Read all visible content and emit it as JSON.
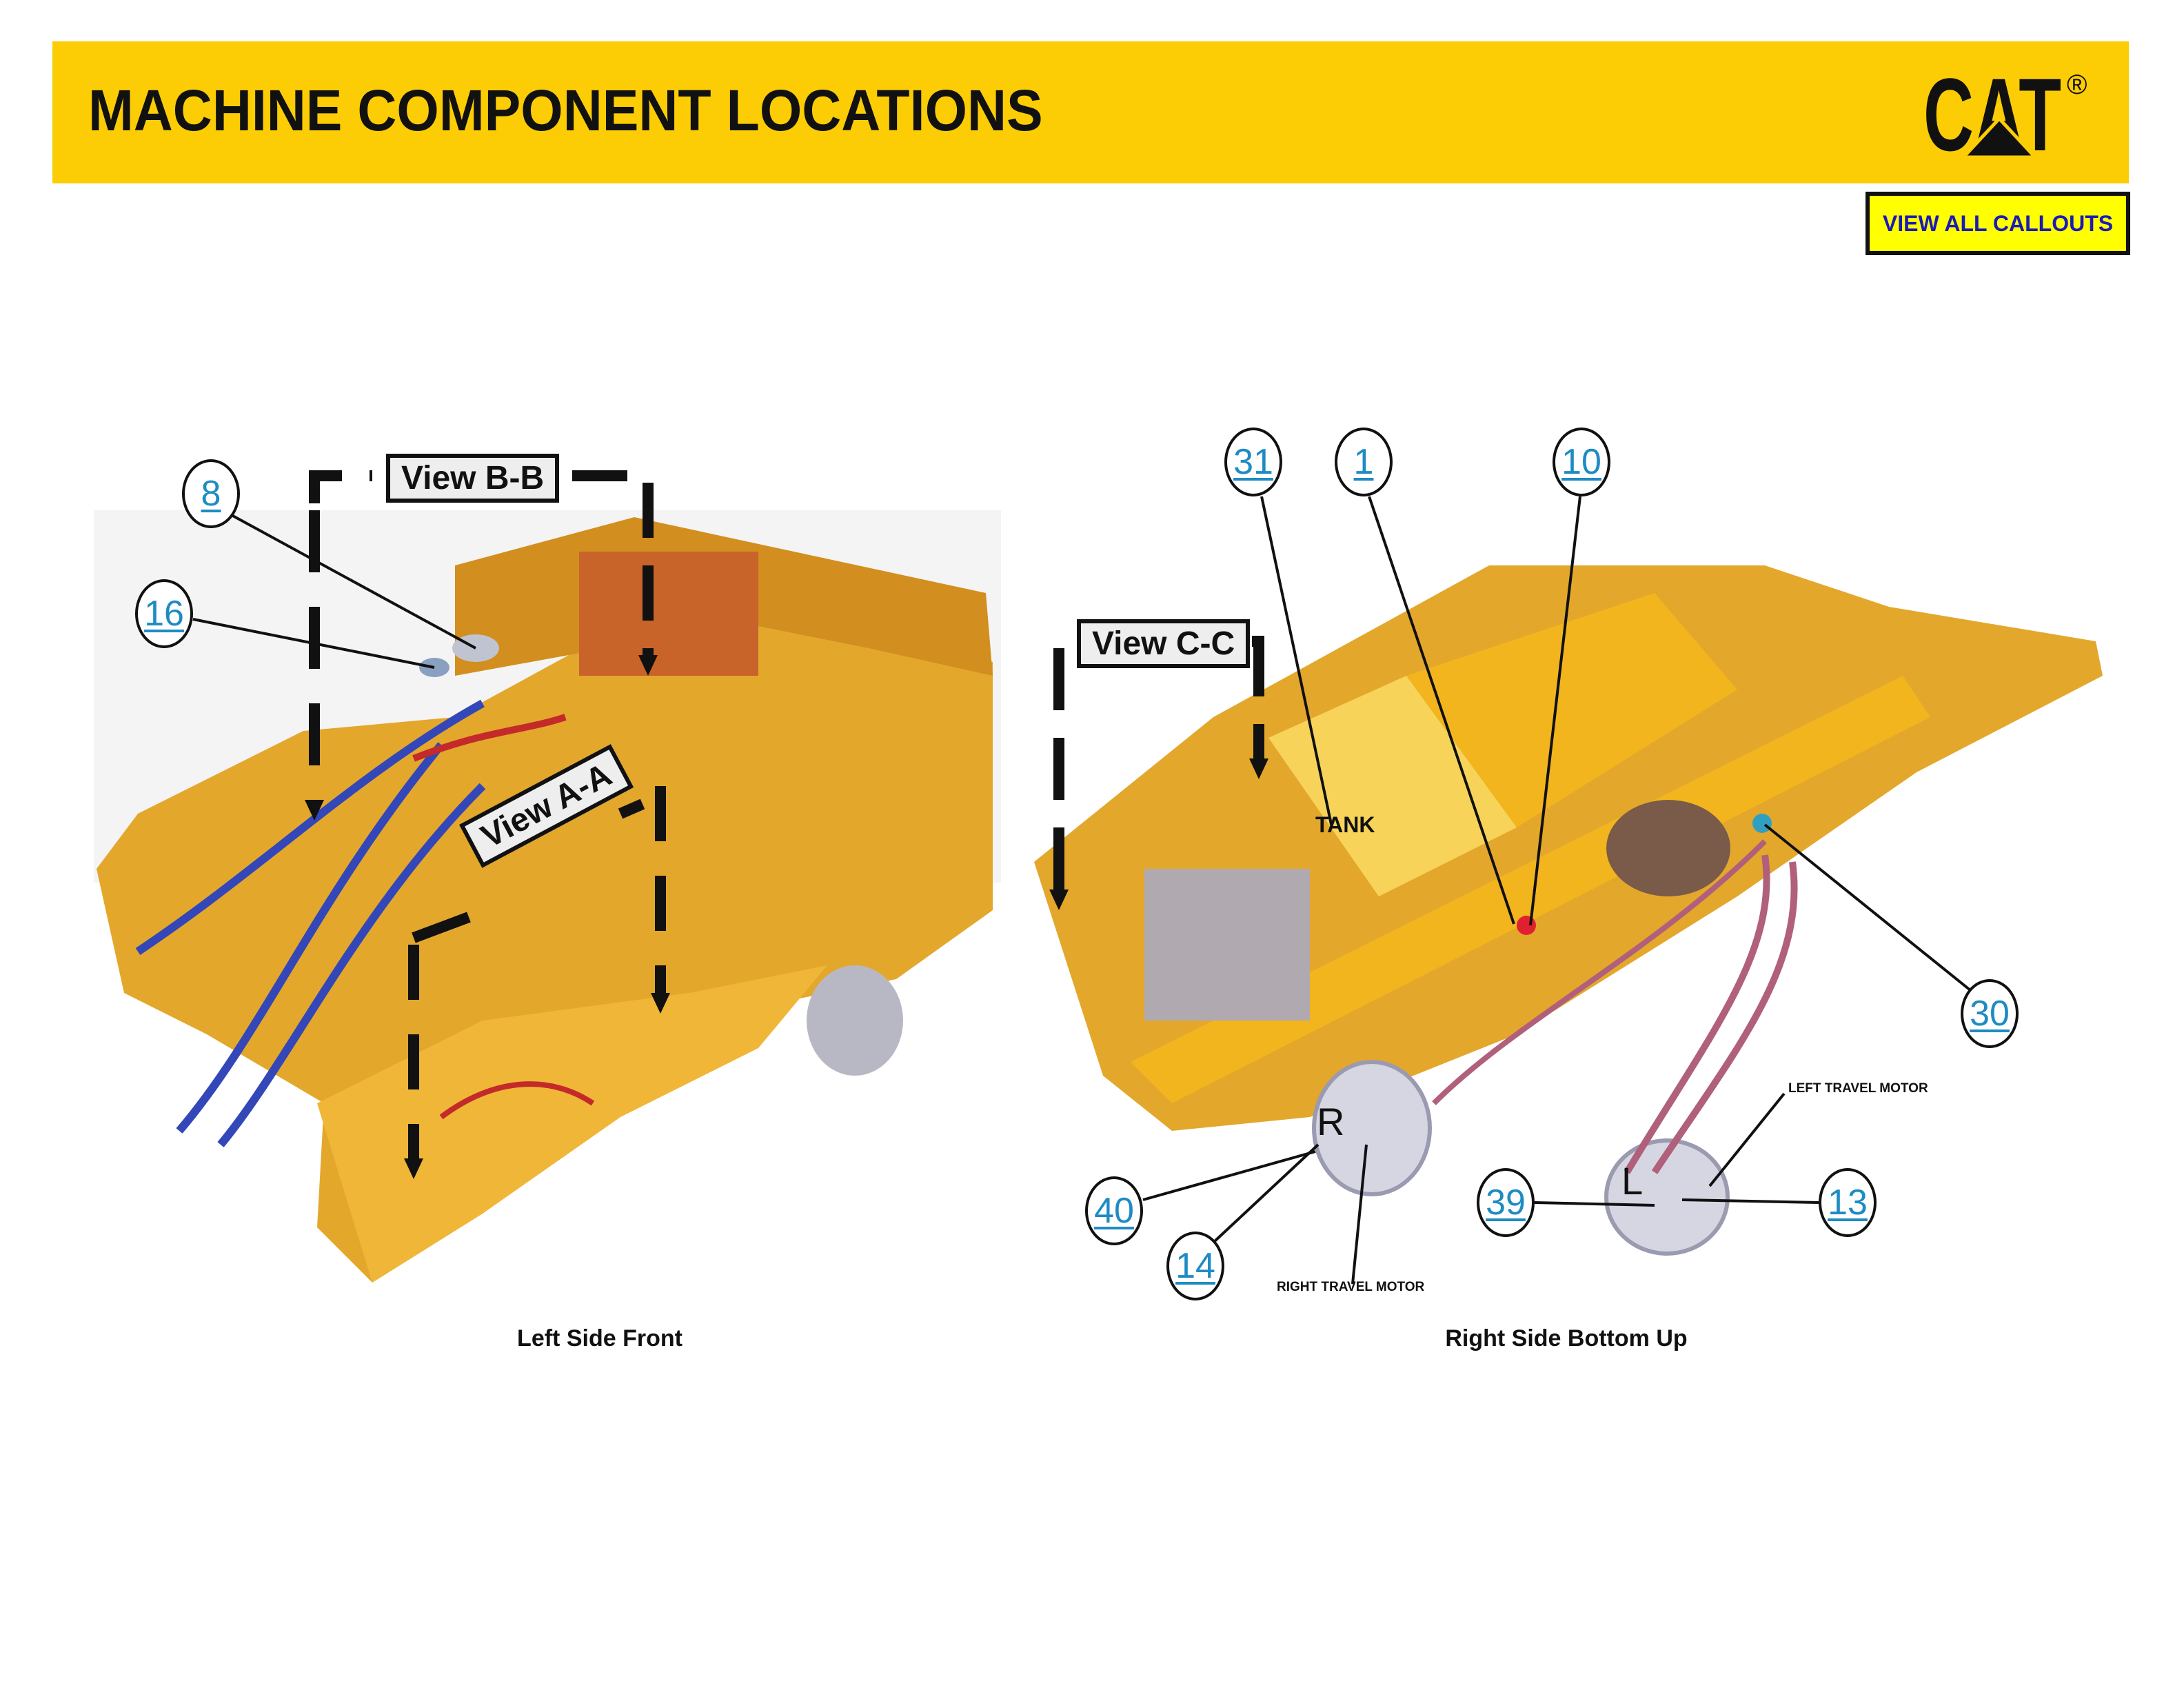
{
  "header": {
    "title": "MACHINE COMPONENT LOCATIONS",
    "brand": "CAT",
    "brand_mark": "®",
    "brand_color": "#fccd04"
  },
  "toolbar": {
    "view_all_callouts_label": "VIEW ALL CALLOUTS",
    "button_bg": "#ffff00",
    "button_text_color": "#1a1ab8"
  },
  "views": [
    {
      "label": "View B-B"
    },
    {
      "label": "View A-A"
    },
    {
      "label": "View C-C"
    }
  ],
  "callouts": [
    {
      "id": "8",
      "view": "left-side-front"
    },
    {
      "id": "16",
      "view": "left-side-front"
    },
    {
      "id": "31",
      "view": "right-side-bottom-up"
    },
    {
      "id": "1",
      "view": "right-side-bottom-up"
    },
    {
      "id": "10",
      "view": "right-side-bottom-up"
    },
    {
      "id": "30",
      "view": "right-side-bottom-up"
    },
    {
      "id": "40",
      "view": "right-side-bottom-up"
    },
    {
      "id": "14",
      "view": "right-side-bottom-up"
    },
    {
      "id": "39",
      "view": "right-side-bottom-up"
    },
    {
      "id": "13",
      "view": "right-side-bottom-up"
    }
  ],
  "labels": {
    "tank": "TANK",
    "right_marker": "R",
    "left_marker": "L",
    "left_travel_motor": "LEFT TRAVEL MOTOR",
    "right_travel_motor": "RIGHT TRAVEL MOTOR"
  },
  "captions": {
    "left": "Left Side Front",
    "right": "Right Side Bottom Up"
  }
}
